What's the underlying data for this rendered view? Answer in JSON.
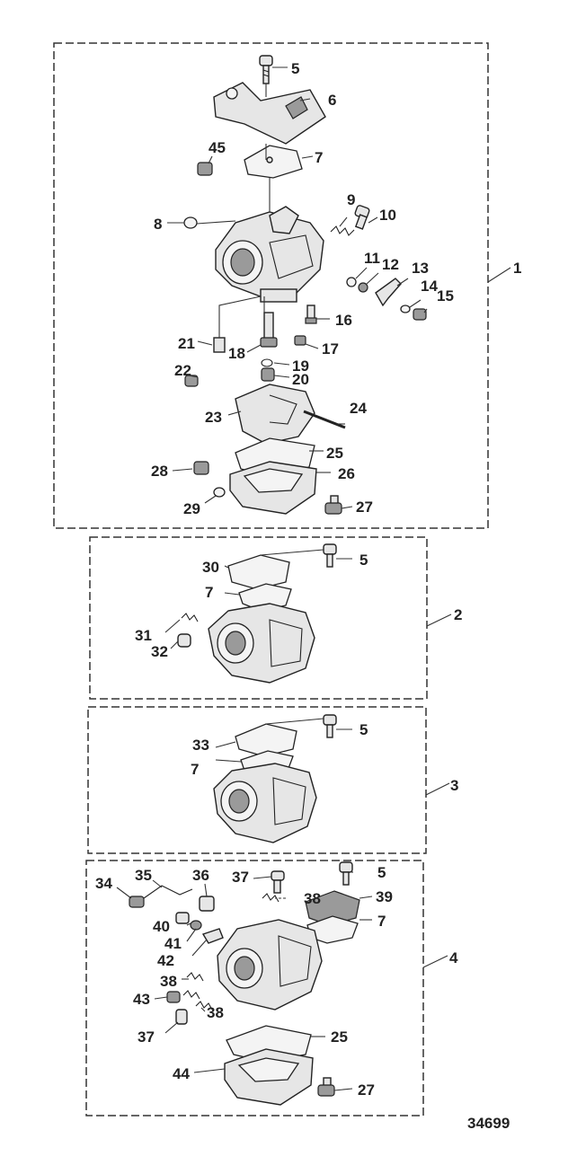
{
  "figure_number": "34699",
  "groups": [
    {
      "id": "g1",
      "number": "1"
    },
    {
      "id": "g2",
      "number": "2"
    },
    {
      "id": "g3",
      "number": "3"
    },
    {
      "id": "g4",
      "number": "4"
    }
  ],
  "callouts": {
    "g1": [
      "5",
      "6",
      "45",
      "7",
      "8",
      "9",
      "10",
      "11",
      "12",
      "13",
      "14",
      "15",
      "16",
      "17",
      "21",
      "18",
      "19",
      "22",
      "20",
      "23",
      "24",
      "25",
      "28",
      "26",
      "29",
      "27"
    ],
    "g2": [
      "30",
      "5",
      "7",
      "31",
      "32"
    ],
    "g3": [
      "33",
      "5",
      "7"
    ],
    "g4": [
      "34",
      "35",
      "36",
      "37",
      "5",
      "38",
      "39",
      "40",
      "41",
      "7",
      "42",
      "38",
      "43",
      "38",
      "37",
      "25",
      "44",
      "27"
    ]
  }
}
